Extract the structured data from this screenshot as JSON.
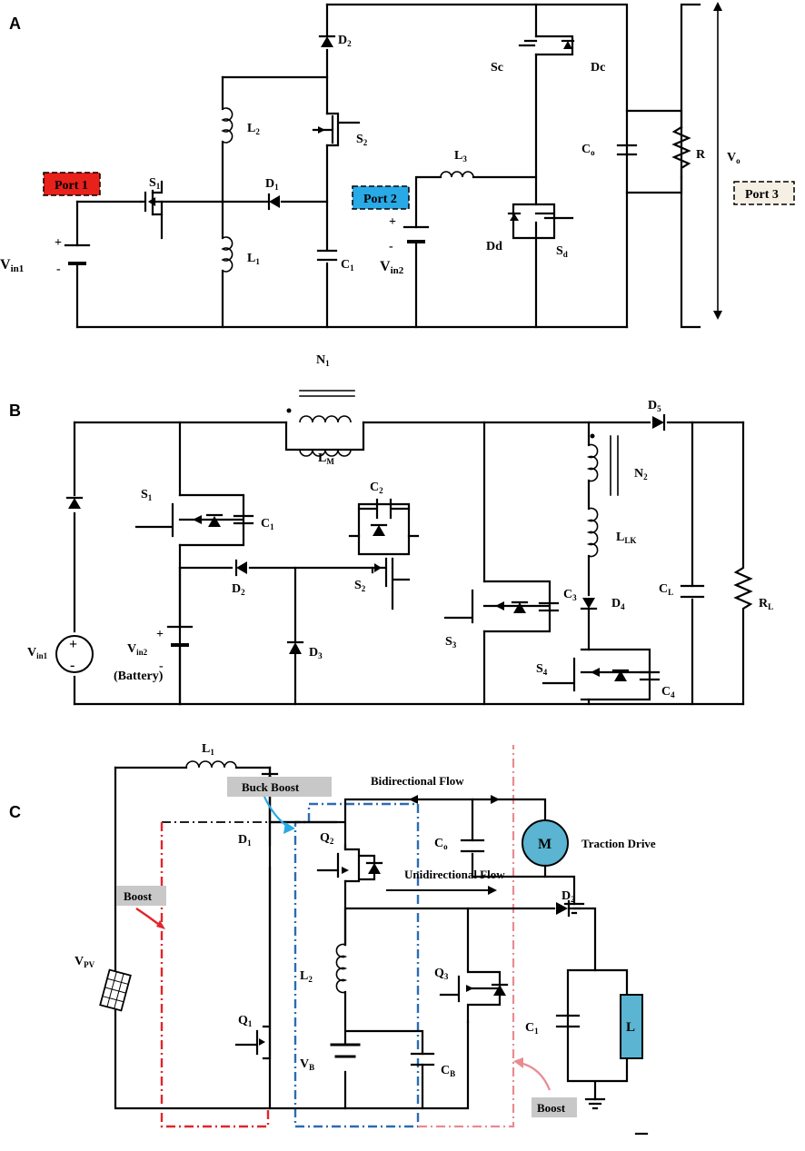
{
  "panels": {
    "a": {
      "letter": "A",
      "ports": {
        "port1": "Port 1",
        "port2": "Port 2",
        "port3": "Port 3"
      },
      "labels": {
        "s1": "S",
        "s1_sub": "1",
        "l2": "L",
        "l2_sub": "2",
        "l1": "L",
        "l1_sub": "1",
        "d1": "D",
        "d1_sub": "1",
        "d2": "D",
        "d2_sub": "2",
        "s2": "S",
        "s2_sub": "2",
        "c1": "C",
        "c1_sub": "1",
        "l3": "L",
        "l3_sub": "3",
        "sc": "Sc",
        "dc": "Dc",
        "dd": "Dd",
        "sd": "S",
        "sd_sub": "d",
        "co": "C",
        "co_sub": "o",
        "r": "R",
        "vo": "V",
        "vo_sub": "o",
        "vin1": "V",
        "vin1_sub": "in1",
        "vin2": "V",
        "vin2_sub": "in2",
        "plus": "+",
        "minus": "-"
      }
    },
    "b": {
      "letter": "B",
      "labels": {
        "n1": "N",
        "n1_sub": "1",
        "lm": "L",
        "lm_sub": "M",
        "d5": "D",
        "d5_sub": "5",
        "s1": "S",
        "s1_sub": "1",
        "c1": "C",
        "c1_sub": "1",
        "c2": "C",
        "c2_sub": "2",
        "n2": "N",
        "n2_sub": "2",
        "llk": "L",
        "llk_sub": "LK",
        "d2": "D",
        "d2_sub": "2",
        "s2": "S",
        "s2_sub": "2",
        "c3": "C",
        "c3_sub": "3",
        "d4": "D",
        "d4_sub": "4",
        "cl": "C",
        "cl_sub": "L",
        "rl": "R",
        "rl_sub": "L",
        "s3": "S",
        "s3_sub": "3",
        "vin1": "V",
        "vin1_sub": "in1",
        "vin2": "V",
        "vin2_sub": "in2",
        "battery": "(Battery)",
        "d3": "D",
        "d3_sub": "3",
        "s4": "S",
        "s4_sub": "4",
        "c4": "C",
        "c4_sub": "4",
        "plus": "+",
        "minus": "-"
      }
    },
    "c": {
      "letter": "C",
      "labels": {
        "buck_boost": "Buck Boost",
        "bidirectional": "Bidirectional Flow",
        "unidirectional": "Unidirectional Flow",
        "traction": "Traction Drive",
        "motor": "M",
        "boost_left": "Boost",
        "boost_right": "Boost",
        "d1": "D",
        "d1_sub": "1",
        "q2": "Q",
        "q2_sub": "2",
        "co": "C",
        "co_sub": "o",
        "l1": "L",
        "l1_sub": "1",
        "d2": "D",
        "d2_sub": "2",
        "vpv": "V",
        "vpv_sub": "PV",
        "l2": "L",
        "l2_sub": "2",
        "q3": "Q",
        "q3_sub": "3",
        "q1": "Q",
        "q1_sub": "1",
        "vb": "V",
        "vb_sub": "B",
        "cb": "C",
        "cb_sub": "B",
        "c1": "C",
        "c1_sub": "1",
        "load": "L"
      }
    }
  },
  "colors": {
    "port1": "#e8211b",
    "port2": "#29a9e6",
    "port3": "#f6efe3",
    "motor": "#5ab4d2",
    "load": "#5ab4d2",
    "boost_loop": "#e0262b",
    "buckboost_loop": "#2a6cb3",
    "right_loop": "#e88b91",
    "tag_gray": "#c8c8c8"
  }
}
